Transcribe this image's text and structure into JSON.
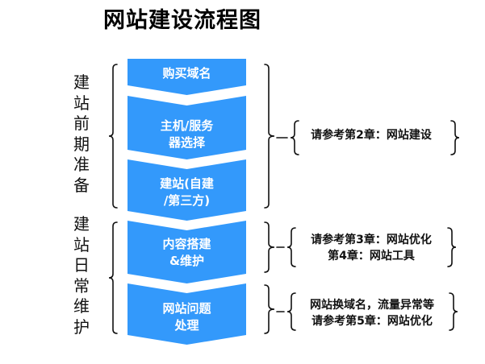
{
  "title": "网站建设流程图",
  "colors": {
    "step_fill": "#3399fb",
    "step_text": "#ffffff",
    "brace": "#111111",
    "text": "#111111"
  },
  "phases": [
    {
      "label": "建站前期准备",
      "chars": [
        "建",
        "站",
        "前",
        "期",
        "准",
        "备"
      ]
    },
    {
      "label": "建站日常维护",
      "chars": [
        "建",
        "站",
        "日",
        "常",
        "维",
        "护"
      ]
    }
  ],
  "steps": [
    {
      "lines": [
        "购买域名"
      ]
    },
    {
      "lines": [
        "主机/服务",
        "器选择"
      ]
    },
    {
      "lines": [
        "建站(自建",
        "/第三方)"
      ]
    },
    {
      "lines": [
        "内容搭建",
        "&维护"
      ]
    },
    {
      "lines": [
        "网站问题",
        "处理"
      ]
    }
  ],
  "notes": [
    {
      "lines": [
        "请参考第2章：网站建设"
      ]
    },
    {
      "lines": [
        "请参考第3章：网站优化",
        "第4章：网站工具"
      ]
    },
    {
      "lines": [
        "网站换域名，流量异常等",
        "请参考第5章：网站优化"
      ]
    }
  ]
}
